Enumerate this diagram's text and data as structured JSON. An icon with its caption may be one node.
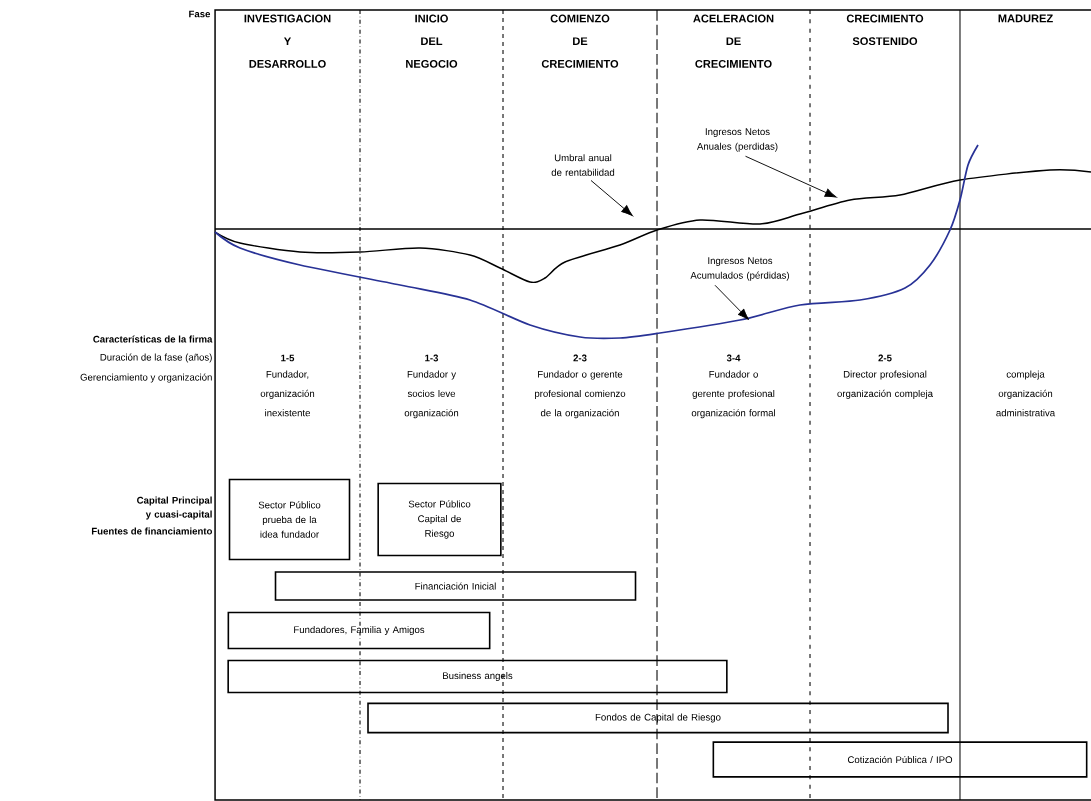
{
  "diagram": {
    "nodes": [
      {
        "text": [
          "Umbral anual de rentabilidad"
        ]
      },
      {
        "text": [
          "Ingresos Netos Anuales (perdidas)"
        ]
      },
      {
        "text": [
          "Ingresos Netos Acumulados (pérdidas)"
        ]
      },
      {
        "text": [
          "Sector Público prueba de la idea fundador"
        ]
      },
      {
        "text": [
          "Sector Público Capital de Riesgo"
        ]
      },
      {
        "text": [
          "Financiación Inicial"
        ]
      },
      {
        "text": [
          "Fundadores, Familia y Amigos"
        ]
      },
      {
        "text": [
          "Business angels"
        ]
      },
      {
        "text": [
          "Fondos de Capital de Riesgo"
        ]
      },
      {
        "text": [
          "Cotización Pública / IPO"
        ]
      }
    ],
    "edges": [
      {
        "from": 0,
        "to": null,
        "arrow": "to"
      },
      {
        "from": 1,
        "to": null,
        "arrow": "to"
      },
      {
        "from": 2,
        "to": null,
        "arrow": "to"
      }
    ],
    "labels": [
      "Fase",
      "INVESTIGACION Y DESARROLLO",
      "INICIO DEL NEGOCIO",
      "COMIENZO DE CRECIMIENTO",
      "ACELERACION DE CRECIMIENTO",
      "CRECIMIENTO SOSTENIDO",
      "MADUREZ",
      "Características de la firma",
      "Duración de la fase (años)",
      "1-5",
      "1-3",
      "2-3",
      "3-4",
      "2-5",
      "Gerenciamiento y organización",
      "Fundador, organización inexistente",
      "Fundador y socios leve organización",
      "Fundador o gerente profesional comienzo de la organización",
      "Fundador o gerente profesional organización formal",
      "Director profesional organización compleja",
      "compleja organización administrativa",
      "Capital Principal y cuasi-capital",
      "Fuentes de financiamiento"
    ]
  }
}
